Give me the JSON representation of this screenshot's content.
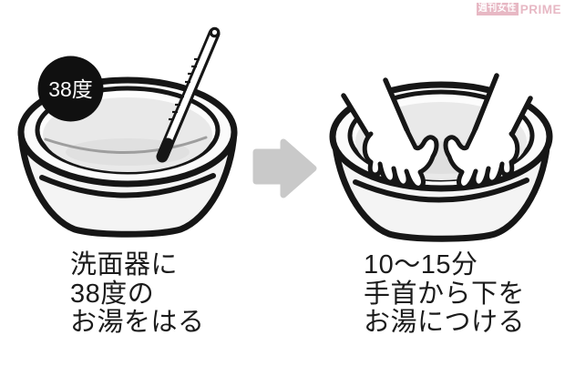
{
  "watermark": {
    "site_name_jp": "週刊女性",
    "site_name_en": "PRIME"
  },
  "step1": {
    "illustration": "washbasin-with-thermometer",
    "temperature_badge": "38度",
    "caption": [
      "洗面器に",
      "38度の",
      "お湯をはる"
    ]
  },
  "step2": {
    "illustration": "washbasin-with-hands-soaking",
    "caption": [
      "10〜15分",
      "手首から下を",
      "お湯につける"
    ]
  },
  "arrow": {
    "direction": "right"
  },
  "colors": {
    "outline": "#161616",
    "basin_body": "#f4f4f4",
    "water": "#e9e9e9",
    "water_shade": "#dfdfdf",
    "water_line": "#9e9e9e",
    "arrow": "#c9c9c9",
    "badge_bg": "#101010",
    "badge_text": "#ffffff",
    "watermark_pink": "#e2a7b6",
    "caption_text": "#1b1b1b"
  }
}
